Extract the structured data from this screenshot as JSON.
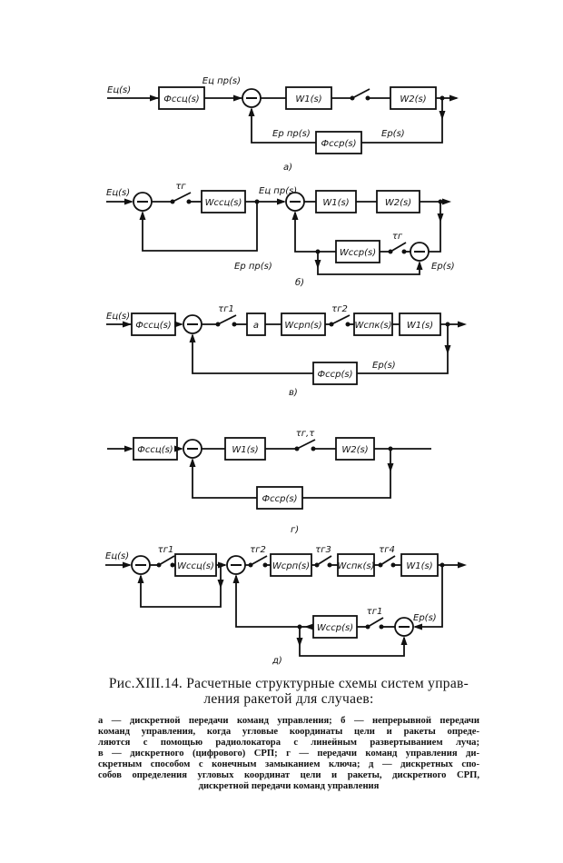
{
  "diagrams": {
    "a": {
      "letter": "а)",
      "input": "Eц(s)",
      "blocks": [
        "Фссц(s)",
        "W1(s)",
        "W2(s)",
        "Фсср(s)"
      ],
      "signals": [
        "Eц пр(s)",
        "Ep пр(s)",
        "Ep(s)"
      ]
    },
    "b": {
      "letter": "б)",
      "input": "Eц(s)",
      "blocks": [
        "Wссц(s)",
        "W1(s)",
        "W2(s)",
        "Wсср(s)"
      ],
      "switches": [
        "τг",
        "τг"
      ],
      "signals": [
        "Eц пр(s)",
        "Ep пр(s)",
        "Ep(s)"
      ]
    },
    "c": {
      "letter": "в)",
      "input": "Eц(s)",
      "blocks": [
        "Фссц(s)",
        "а",
        "Wсрп(s)",
        "Wспк(s)",
        "W1(s)",
        "Фсср(s)"
      ],
      "switches": [
        "τг1",
        "τг2"
      ],
      "signals": [
        "Ep(s)"
      ]
    },
    "d": {
      "letter": "г)",
      "blocks": [
        "Фссц(s)",
        "W1(s)",
        "W2(s)",
        "Фсср(s)"
      ],
      "switches": [
        "τг,τ"
      ]
    },
    "e": {
      "letter": "д)",
      "input": "Eц(s)",
      "blocks": [
        "Wссц(s)",
        "Wсрп(s)",
        "Wспк(s)",
        "W1(s)",
        "Wсср(s)"
      ],
      "switches": [
        "τг1",
        "τг2",
        "τг3",
        "τг4",
        "τг1"
      ],
      "signals": [
        "Ep(s)"
      ]
    }
  },
  "caption": {
    "title_line1": "Рис.XIII.14. Расчетные структурные схемы систем управ-",
    "title_line2": "ления ракетой для случаев:",
    "body": [
      "а — дискретной передачи команд управления; б — непрерывной передачи",
      "команд управления, когда угловые координаты цели и ракеты опреде-",
      "ляются с помощью радиолокатора с линейным развертыванием луча;",
      "в — дискретного (цифрового) СРП; г — передачи команд управления ди-",
      "скретным способом с конечным замыканием ключа; д — дискретных спо-",
      "собов определения угловых координат цели и ракеты, дискретного СРП,",
      "дискретной передачи команд управления"
    ]
  }
}
